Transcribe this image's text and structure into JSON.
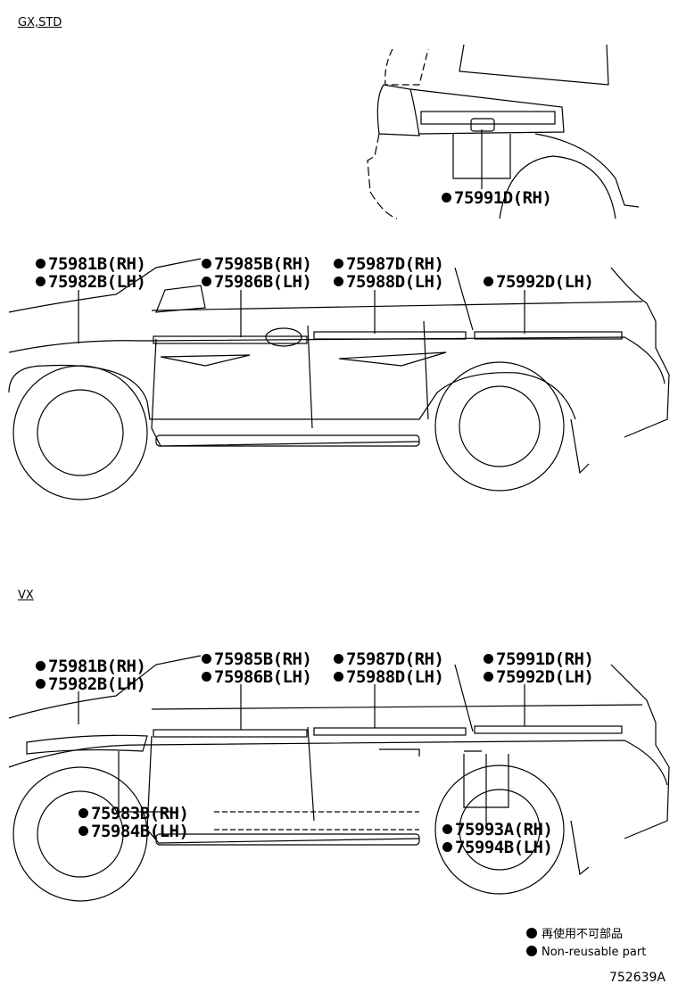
{
  "sections": {
    "gx_std": "GX,STD",
    "vx": "VX"
  },
  "gx_std_labels": {
    "p75991d": "75991D(RH)",
    "p75981b": "75981B(RH)",
    "p75982b": "75982B(LH)",
    "p75985b": "75985B(RH)",
    "p75986b": "75986B(LH)",
    "p75987d": "75987D(RH)",
    "p75988d": "75988D(LH)",
    "p75992d": "75992D(LH)"
  },
  "vx_labels": {
    "p75981b": "75981B(RH)",
    "p75982b": "75982B(LH)",
    "p75985b": "75985B(RH)",
    "p75986b": "75986B(LH)",
    "p75987d": "75987D(RH)",
    "p75988d": "75988D(LH)",
    "p75991d": "75991D(RH)",
    "p75992d": "75992D(LH)",
    "p75983b": "75983B(RH)",
    "p75984b": "75984B(LH)",
    "p75993a": "75993A(RH)",
    "p75994b": "75994B(LH)"
  },
  "legend": {
    "jp": "再使用不可部品",
    "en": "Non-reusable part"
  },
  "figure_number": "752639A"
}
